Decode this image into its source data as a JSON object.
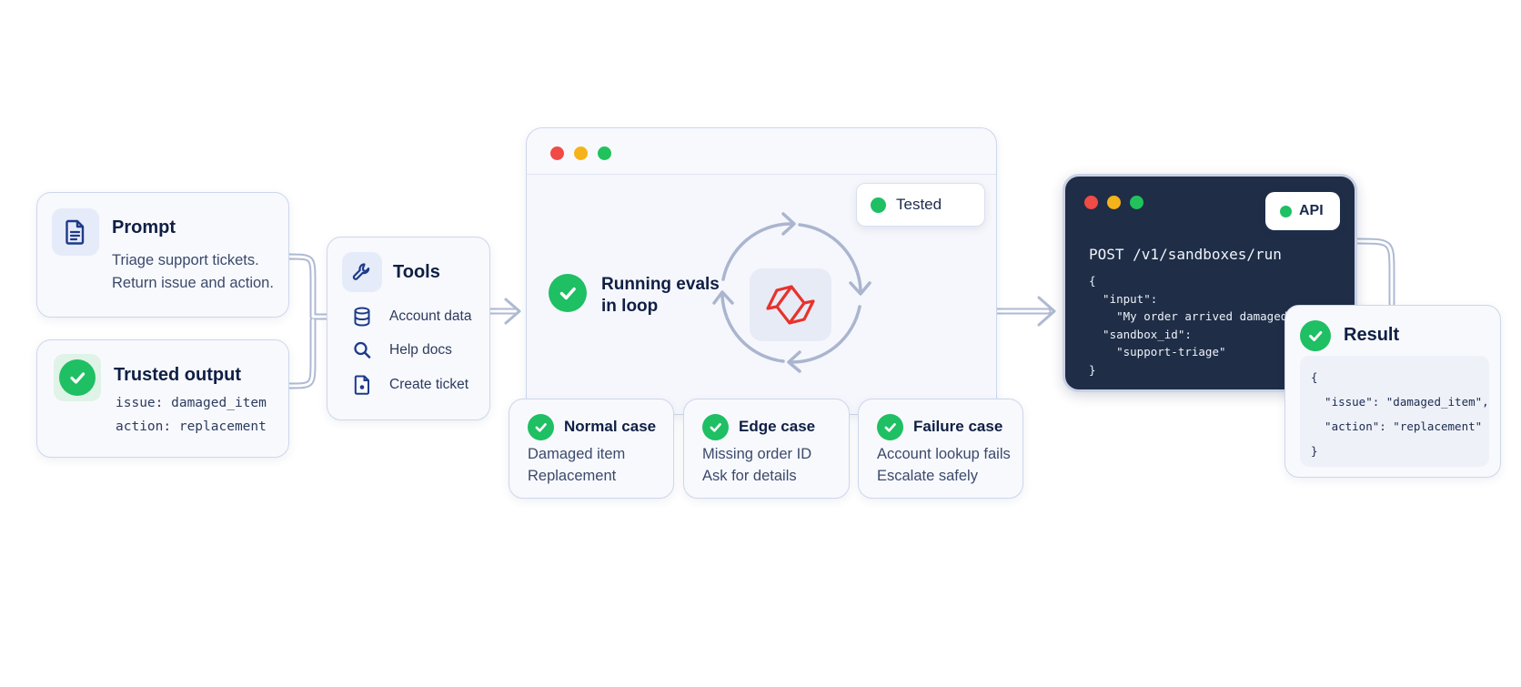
{
  "prompt": {
    "title": "Prompt",
    "lines": [
      "Triage support tickets.",
      "Return issue and action."
    ],
    "icon": "document-icon"
  },
  "trusted_output": {
    "title": "Trusted output",
    "lines": [
      "issue: damaged_item",
      "action: replacement"
    ]
  },
  "tools": {
    "title": "Tools",
    "items": [
      {
        "label": "Account data",
        "icon": "database-icon"
      },
      {
        "label": "Help docs",
        "icon": "search-icon"
      },
      {
        "label": "Create ticket",
        "icon": "ticket-file-icon"
      }
    ]
  },
  "eval_window": {
    "status_pill": "Tested",
    "running_line1": "Running evals",
    "running_line2": "in loop",
    "logo": "brand-logo-icon"
  },
  "cases": [
    {
      "title": "Normal case",
      "lines": [
        "Damaged item",
        "Replacement"
      ]
    },
    {
      "title": "Edge case",
      "lines": [
        "Missing order ID",
        "Ask for details"
      ]
    },
    {
      "title": "Failure case",
      "lines": [
        "Account lookup fails",
        "Escalate safely"
      ]
    }
  ],
  "api": {
    "badge": "API",
    "request_line": "POST /v1/sandboxes/run",
    "body_lines": [
      "{",
      "  \"input\":",
      "    \"My order arrived damaged.\",",
      "  \"sandbox_id\":",
      "    \"support-triage\"",
      "}"
    ]
  },
  "result": {
    "title": "Result",
    "lines": [
      "{",
      "  \"issue\": \"damaged_item\",",
      "  \"action\": \"replacement\"",
      "}"
    ]
  },
  "colors": {
    "accent_green": "#1fbf63",
    "dark_panel": "#1f2d47",
    "window_red": "#f04b46",
    "window_yellow": "#f5b31a",
    "window_green": "#21c25b",
    "brand_red": "#e8322b",
    "connector": "#aeb9d3"
  }
}
